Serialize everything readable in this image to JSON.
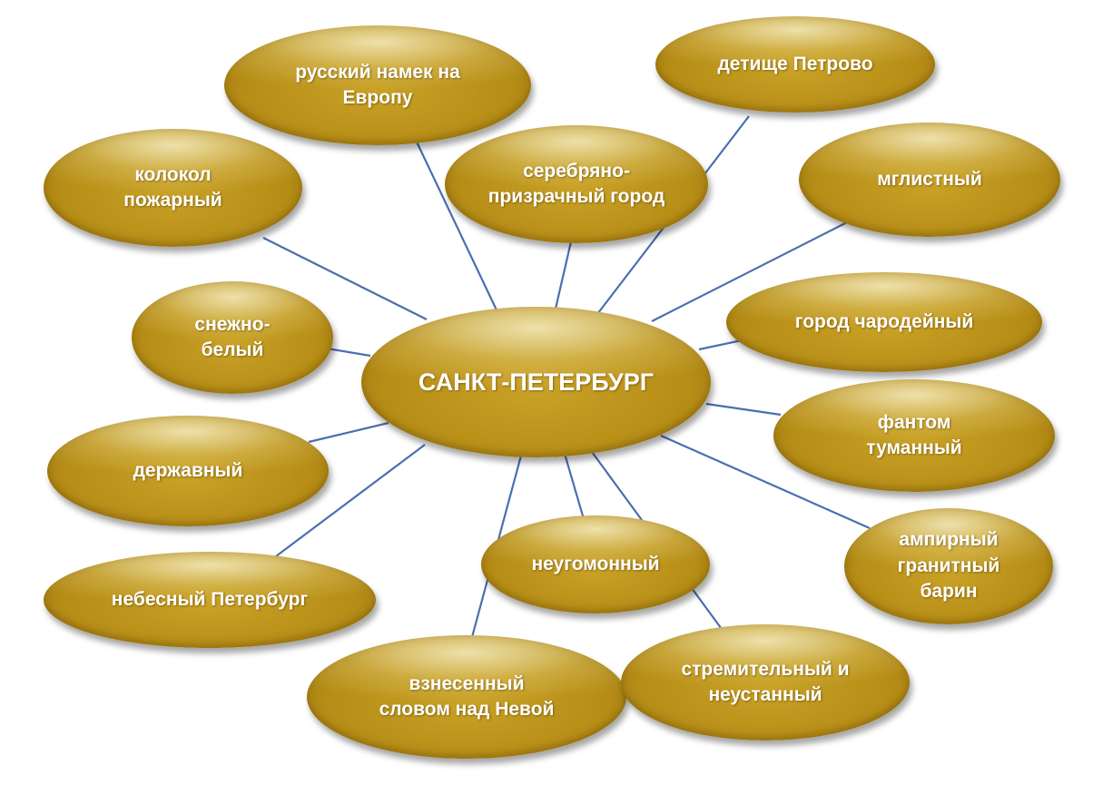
{
  "center": {
    "label": "САНКТ-ПЕТЕРБУРГ"
  },
  "nodes": [
    {
      "id": "russkiy-namek",
      "label": "русский намек на\nЕвропу"
    },
    {
      "id": "detishche-petrovo",
      "label": "детище Петрово"
    },
    {
      "id": "kolokol-pozharny",
      "label": "колокол\nпожарный"
    },
    {
      "id": "serebryano-prizrachny",
      "label": "серебряно-\nпризрачный город"
    },
    {
      "id": "mglistny",
      "label": "мглистный"
    },
    {
      "id": "snezhno-bely",
      "label": "снежно-\nбелый"
    },
    {
      "id": "gorod-charodeyny",
      "label": "город чародейный"
    },
    {
      "id": "fantom-tumanny",
      "label": "фантом\nтуманный"
    },
    {
      "id": "derzhavny",
      "label": "державный"
    },
    {
      "id": "ampirny-granitny",
      "label": "ампирный\nгранитный\nбарин"
    },
    {
      "id": "neugomonny",
      "label": "неугомонный"
    },
    {
      "id": "nebesny-peterburg",
      "label": "небесный Петербург"
    },
    {
      "id": "vznesenny-slovom",
      "label": "взнесенный\nсловом над Невой"
    },
    {
      "id": "stremitelny-neustanny",
      "label": "стремительный и\nнеустанный"
    }
  ],
  "colors": {
    "link": "#4a6fb0",
    "node": "#b68d16",
    "text": "#ffffff"
  }
}
